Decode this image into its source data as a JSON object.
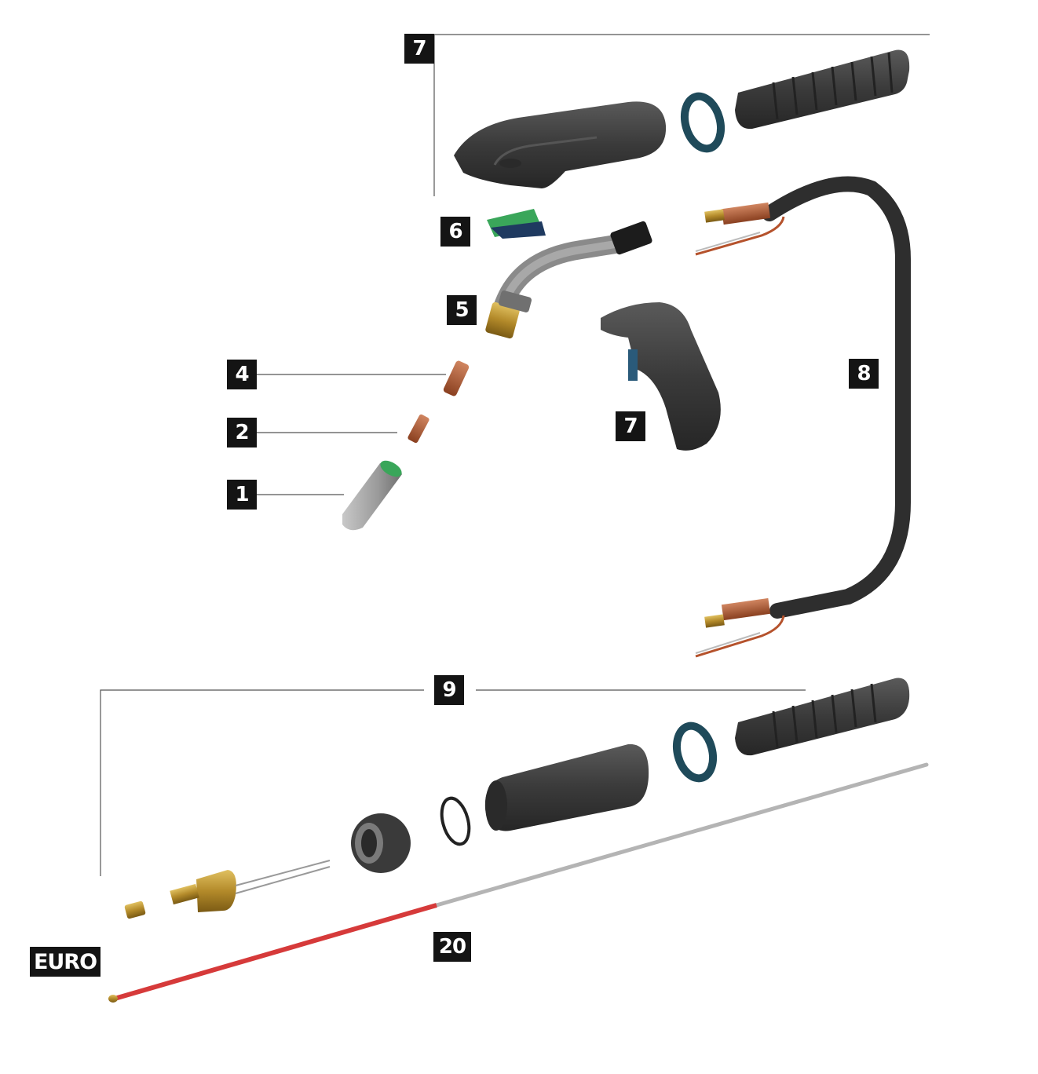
{
  "labels": {
    "handle_cover": "7",
    "switch": "6",
    "swan_neck": "5",
    "tip_adapter": "4",
    "contact_tip": "2",
    "nozzle": "1",
    "pistol_grip": "7",
    "cable": "8",
    "connector_assembly": "9",
    "liner": "20",
    "euro": "EURO"
  },
  "colors": {
    "label_bg": "#141414",
    "label_text": "#ffffff",
    "rubber": "#3c3c3c",
    "copper": "#b0603a",
    "brass": "#b8912e",
    "ring": "#1f4a5a",
    "liner_red": "#d63a3a",
    "liner_grey": "#b4b4b4",
    "nozzle_grey": "#9a9a9a",
    "pcb_green": "#3aa65a",
    "leader_line": "#555555"
  }
}
